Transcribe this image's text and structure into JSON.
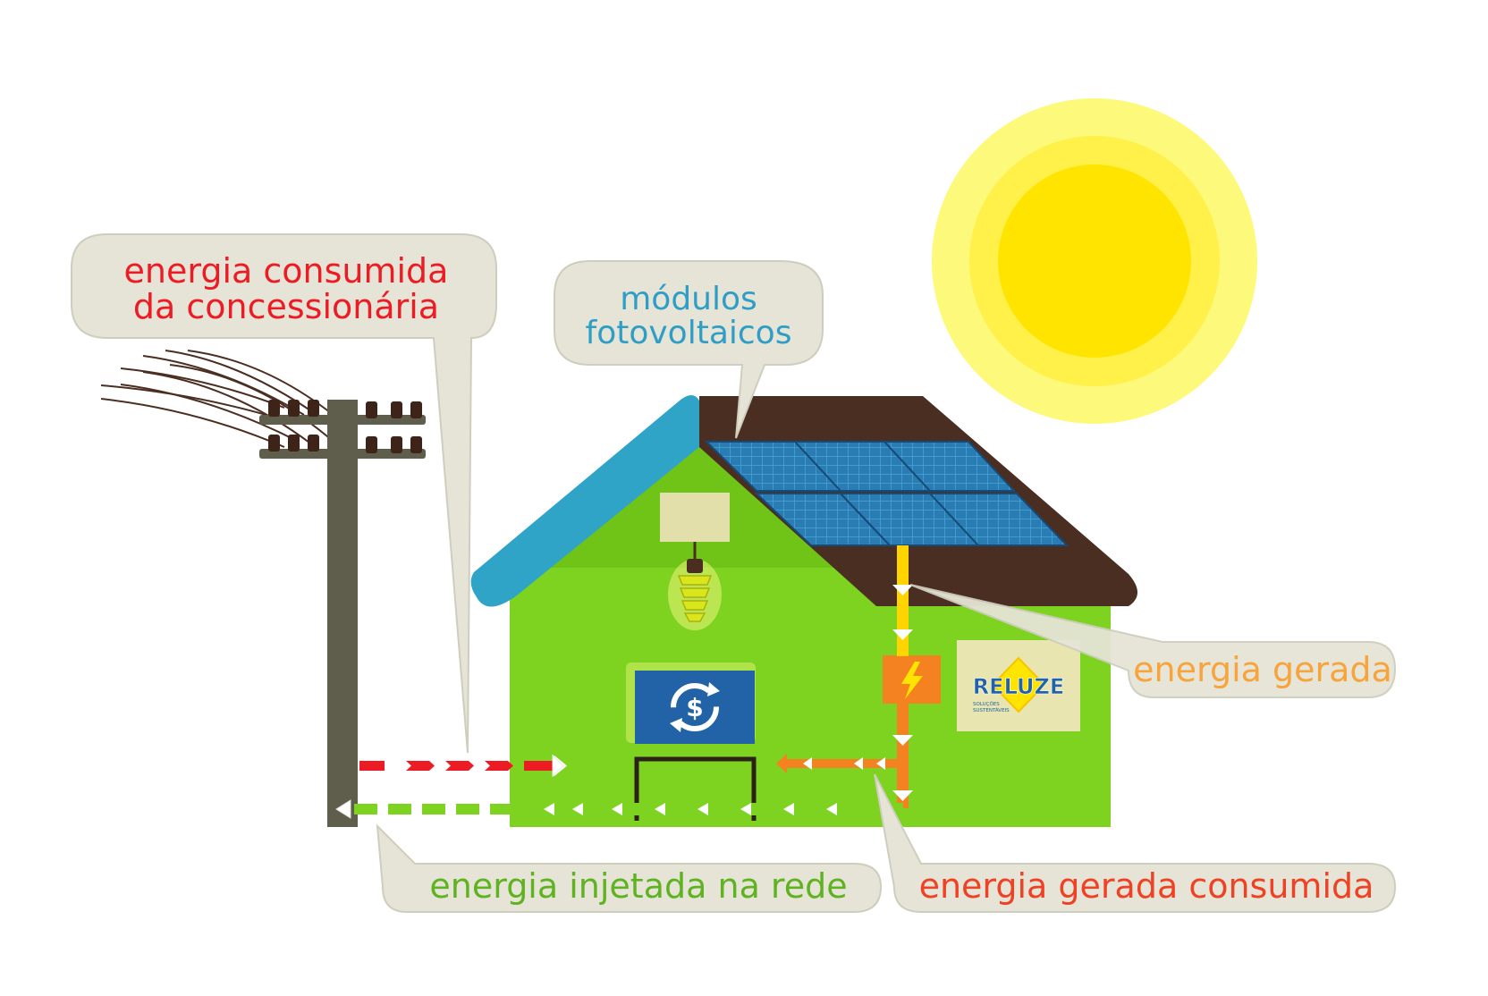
{
  "labels": {
    "grid_consumed_line1": "energia consumida",
    "grid_consumed_line2": "da concessionária",
    "modules_line1": "módulos",
    "modules_line2": "fotovoltaicos",
    "generated": "energia gerada",
    "injected": "energia injetada na rede",
    "generated_consumed": "energia gerada consumida"
  },
  "logo": {
    "brand": "RELUZE",
    "tagline_line1": "SOLUÇÕES",
    "tagline_line2": "SUSTENTÁVEIS"
  },
  "icons": {
    "meter": "dollar-exchange-icon",
    "inverter": "lightning-bolt-icon",
    "lamp": "light-bulb-icon",
    "sun": "sun-icon",
    "pole": "utility-pole-icon"
  },
  "colors": {
    "grid_consumed": "#ed1c24",
    "modules": "#2e9ec6",
    "generated": "#f7a43c",
    "injected": "#5fb320",
    "generated_consumed": "#ef4123",
    "house_wall": "#7ed321",
    "roof_brown": "#4a2e22",
    "roof_blue": "#2fa4c7",
    "sun_outer": "#fcf45e",
    "sun_inner": "#ffe400"
  }
}
